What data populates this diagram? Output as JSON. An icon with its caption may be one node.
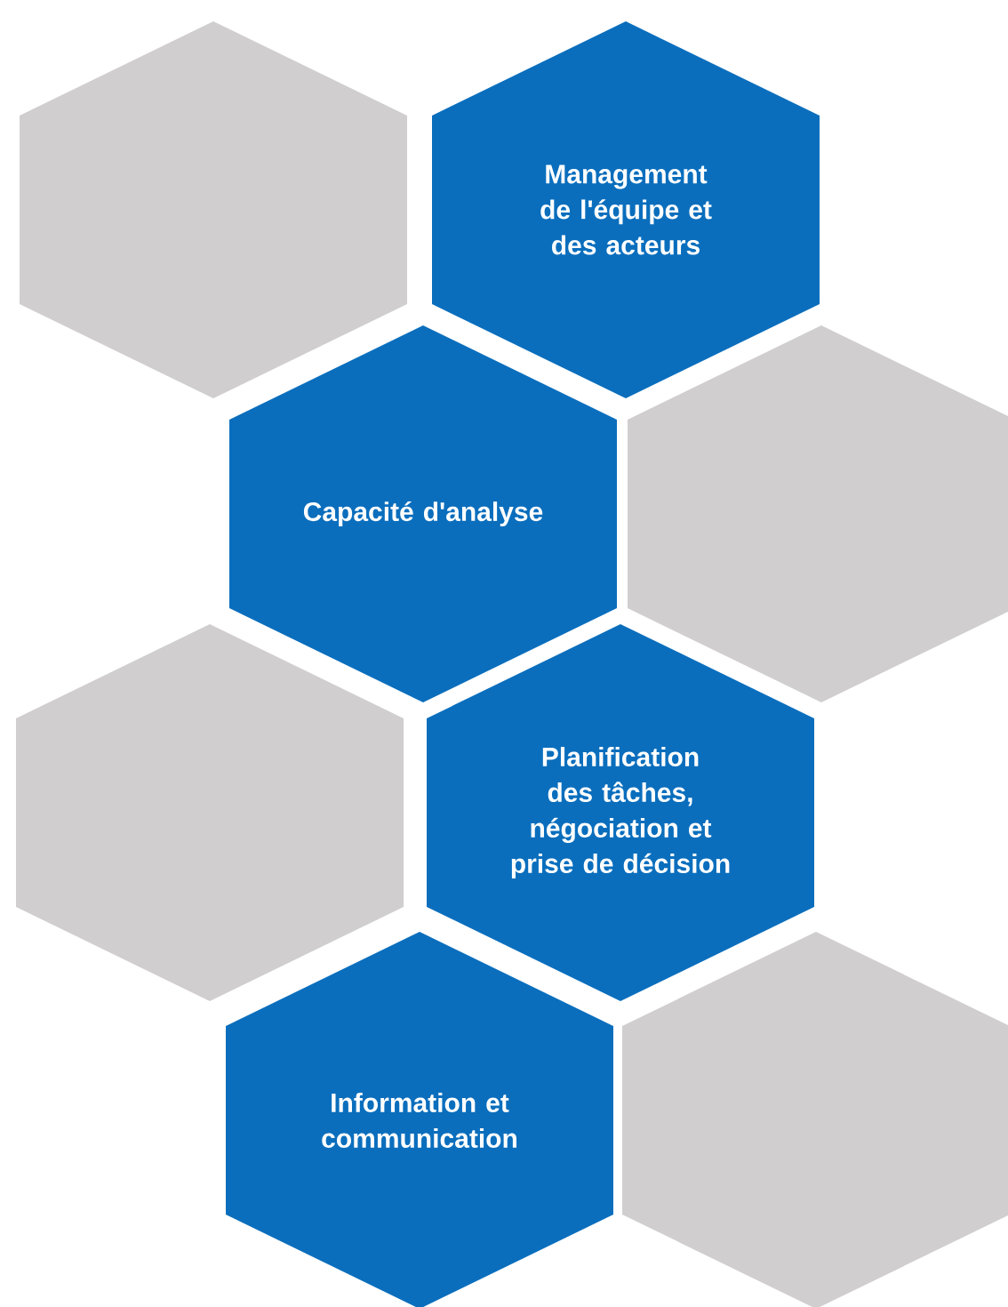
{
  "diagram": {
    "nodes": [
      {
        "text": [],
        "shape": "hexagon"
      },
      {
        "text": [
          "Management de l'équipe et des acteurs"
        ]
      },
      {
        "text": [
          "Capacité d'analyse"
        ]
      },
      {
        "text": [],
        "shape": "hexagon"
      },
      {
        "text": [],
        "shape": "hexagon"
      },
      {
        "text": [
          "Planification des tâches, négociation et prise de décision"
        ]
      },
      {
        "text": [
          "Information et communication"
        ]
      },
      {
        "text": [],
        "shape": "hexagon"
      }
    ]
  }
}
